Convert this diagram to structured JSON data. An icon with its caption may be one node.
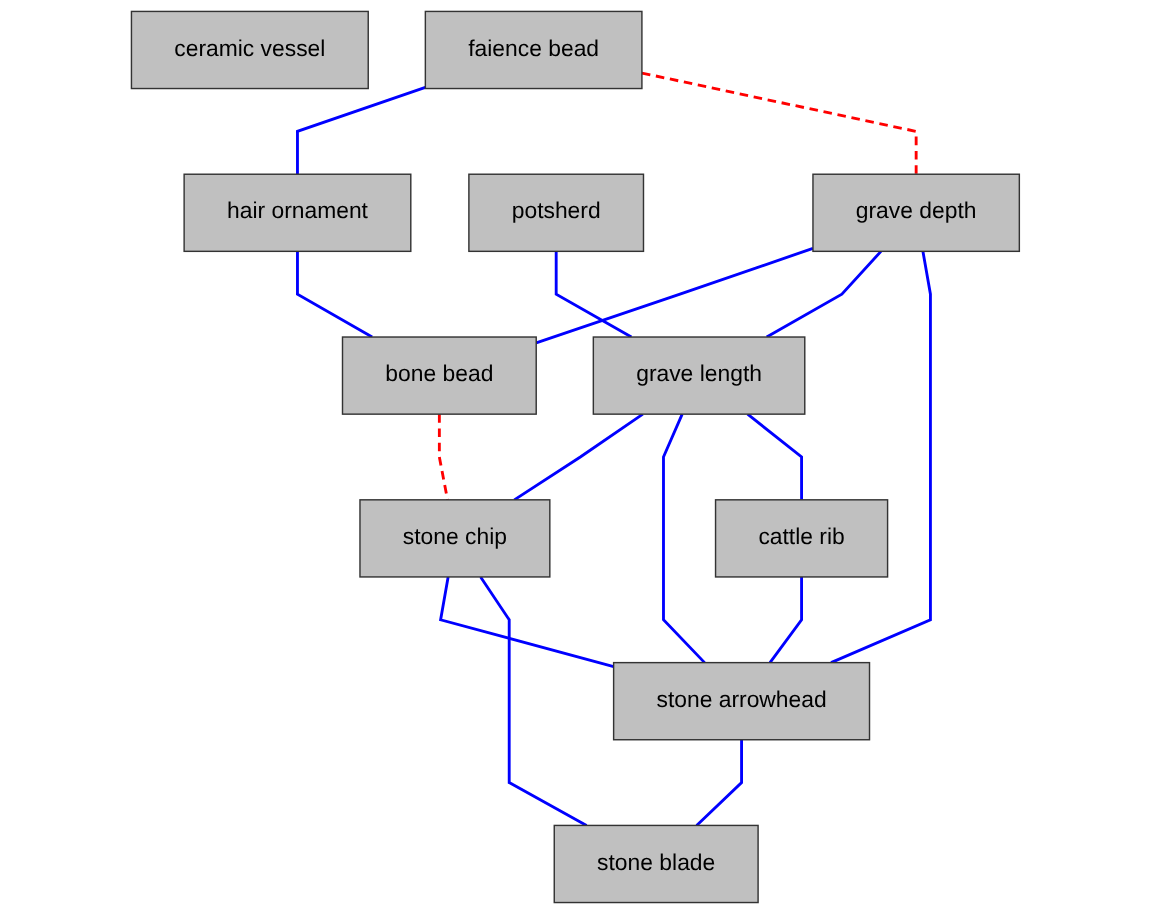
{
  "diagram": {
    "nodes": [
      {
        "text": [
          "ceramic vessel"
        ]
      },
      {
        "text": [
          "faience bead"
        ]
      },
      {
        "text": [
          "hair ornament"
        ]
      },
      {
        "text": [
          "potsherd"
        ]
      },
      {
        "text": [
          "grave depth"
        ]
      },
      {
        "text": [
          "bone bead"
        ]
      },
      {
        "text": [
          "grave length"
        ]
      },
      {
        "text": [
          "stone chip"
        ]
      },
      {
        "text": [
          "cattle rib"
        ]
      },
      {
        "text": [
          "stone arrowhead"
        ]
      },
      {
        "text": [
          "stone blade"
        ]
      }
    ],
    "edges": [
      {
        "from": 1,
        "to": 2,
        "arrow": "none"
      },
      {
        "from": 1,
        "to": 4,
        "arrow": "none",
        "style": "dashed",
        "color": "#ff0000"
      },
      {
        "from": 2,
        "to": 5,
        "arrow": "none"
      },
      {
        "from": 4,
        "to": 5,
        "arrow": "none"
      },
      {
        "from": 5,
        "to": 7,
        "arrow": "none",
        "style": "dashed",
        "color": "#ff0000"
      },
      {
        "from": 3,
        "to": 6,
        "arrow": "none"
      },
      {
        "from": 4,
        "to": 6,
        "arrow": "none"
      },
      {
        "from": 4,
        "to": 9,
        "arrow": "none"
      },
      {
        "from": 6,
        "to": 7,
        "arrow": "none"
      },
      {
        "from": 6,
        "to": 9,
        "arrow": "none"
      },
      {
        "from": 6,
        "to": 8,
        "arrow": "none"
      },
      {
        "from": 7,
        "to": 9,
        "arrow": "none"
      },
      {
        "from": 7,
        "to": 10,
        "arrow": "none"
      },
      {
        "from": 8,
        "to": 9,
        "arrow": "none"
      },
      {
        "from": 9,
        "to": 10,
        "arrow": "none"
      }
    ]
  }
}
